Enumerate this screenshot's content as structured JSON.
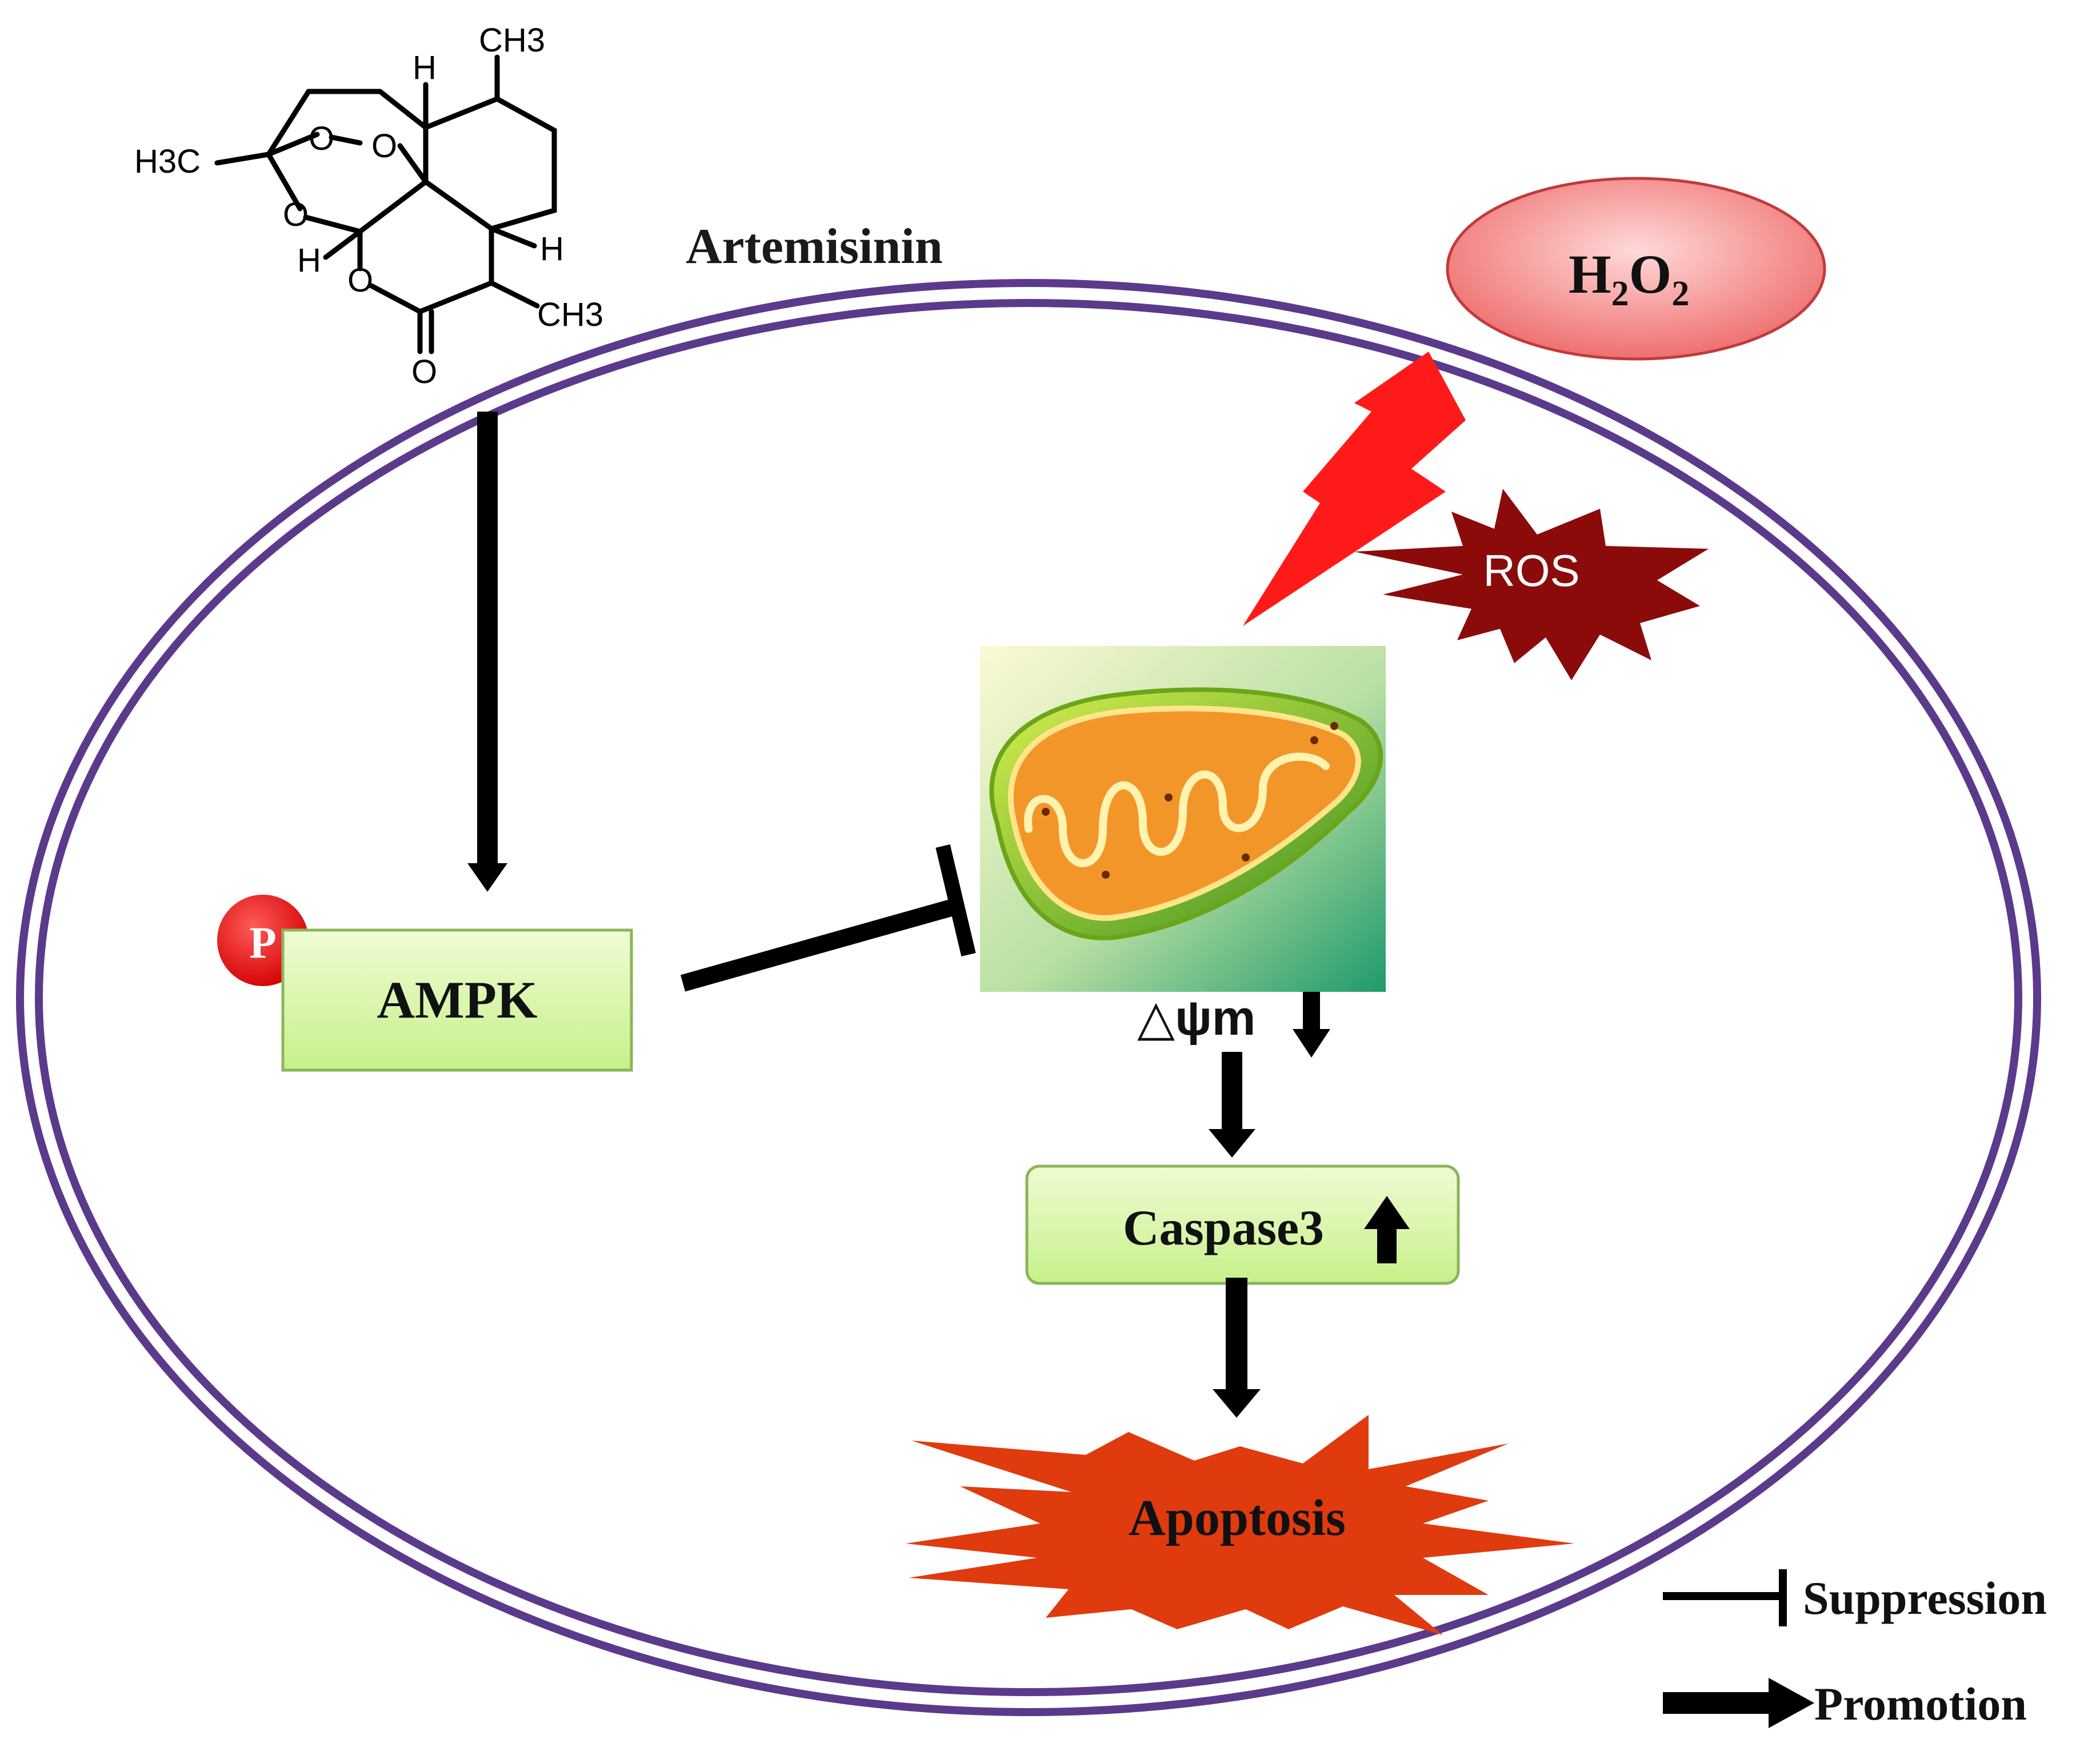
{
  "molecule": {
    "name_label": "Artemisinin",
    "atom_labels": {
      "ch3_top": "CH3",
      "h3c_left": "H3C",
      "ch3_right": "CH3",
      "h_top": "H",
      "h_right": "H",
      "h_left": "H",
      "o1": "O",
      "o2": "O",
      "o3": "O",
      "o4": "O",
      "o_carbonyl": "O"
    }
  },
  "h2o2": {
    "main": "H",
    "sub1": "2",
    "mid": "O",
    "sub2": "2"
  },
  "ros_label": "ROS",
  "phospho_label": "P",
  "ampk_label": "AMPK",
  "delta_psi_label": "△ψm",
  "caspase_label": "Caspase3",
  "apoptosis_label": "Apoptosis",
  "legend": {
    "suppression": "Suppression",
    "promotion": "Promotion"
  },
  "colors": {
    "membrane": "#5b3a8c",
    "arrow": "#000000",
    "box_fill": "#d8f7a6",
    "ros_fill": "#8b0b0b",
    "lightning": "#ff1a1a",
    "apoptosis_fill": "#e03a0f",
    "phospho_fill": "#ee0b0b",
    "h2o2_fill": "#f07a7a"
  }
}
